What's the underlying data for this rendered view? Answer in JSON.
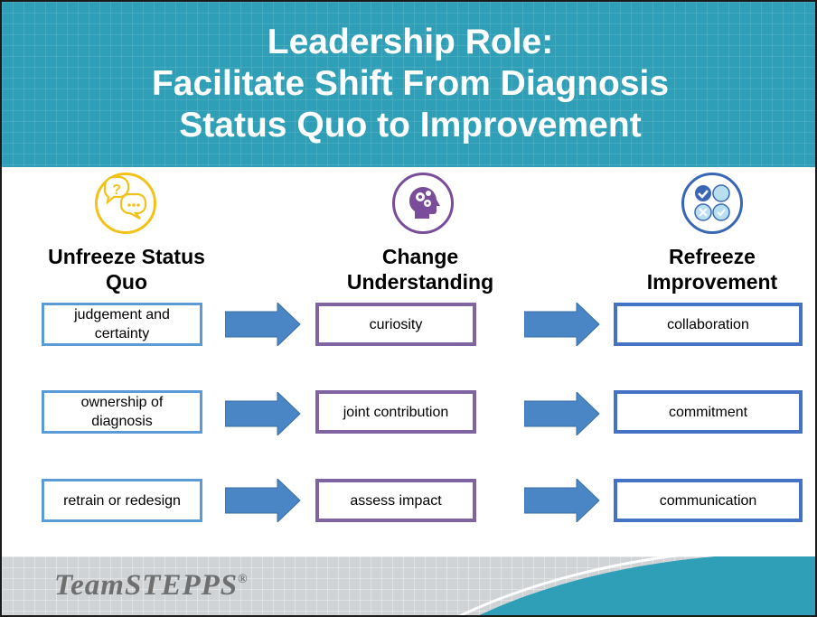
{
  "title": {
    "line1": "Leadership Role:",
    "line2": "Facilitate Shift From Diagnosis",
    "line3": "Status Quo to Improvement"
  },
  "columns": [
    {
      "heading_line1": "Unfreeze Status",
      "heading_line2": "Quo",
      "icon": "question-chat-icon",
      "color": "#5b9bd5",
      "icon_color": "#f2c21b"
    },
    {
      "heading_line1": "Change",
      "heading_line2": "Understanding",
      "icon": "head-gears-icon",
      "color": "#8064a2",
      "icon_color": "#7a4d9a"
    },
    {
      "heading_line1": "Refreeze",
      "heading_line2": "Improvement",
      "icon": "checklist-circles-icon",
      "color": "#4472c4",
      "icon_color": "#3a67b5"
    }
  ],
  "rows": [
    {
      "from": "judgement and certainty",
      "mid": "curiosity",
      "to": "collaboration"
    },
    {
      "from": "ownership of diagnosis",
      "mid": "joint contribution",
      "to": "commitment"
    },
    {
      "from": "retrain or redesign",
      "mid": "assess impact",
      "to": "communication"
    }
  ],
  "footer": {
    "brand": "TeamSTEPPS",
    "registered_mark": "®"
  },
  "colors": {
    "header_bg": "#2e9fb7",
    "arrow_fill": "#4a86c5",
    "footer_band": "#cfd3d6",
    "footer_wave": "#2e9fb7"
  }
}
